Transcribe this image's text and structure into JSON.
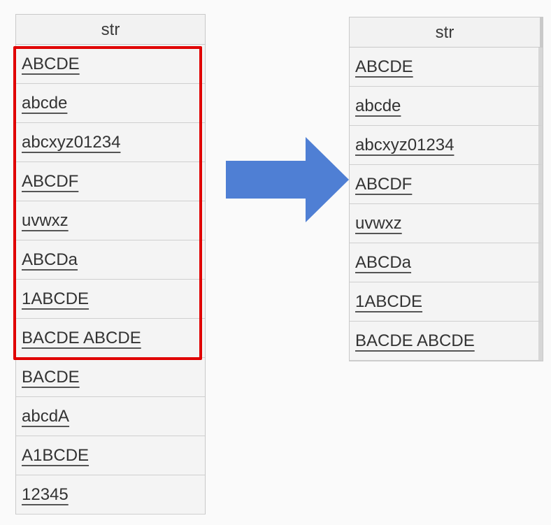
{
  "left_table": {
    "header": "str",
    "rows": [
      "ABCDE",
      "abcde",
      "abcxyz01234",
      "ABCDF",
      "uvwxz",
      "ABCDa",
      "1ABCDE",
      "BACDE ABCDE",
      "BACDE",
      "abcdA",
      "A1BCDE",
      "12345"
    ]
  },
  "right_table": {
    "header": "str",
    "rows": [
      "ABCDE",
      "abcde",
      "abcxyz01234",
      "ABCDF",
      "uvwxz",
      "ABCDa",
      "1ABCDE",
      "BACDE ABCDE"
    ]
  },
  "colors": {
    "highlight": "#e00000",
    "arrow": "#4f7fd4"
  },
  "icons": {
    "arrow": "right-arrow-icon"
  }
}
